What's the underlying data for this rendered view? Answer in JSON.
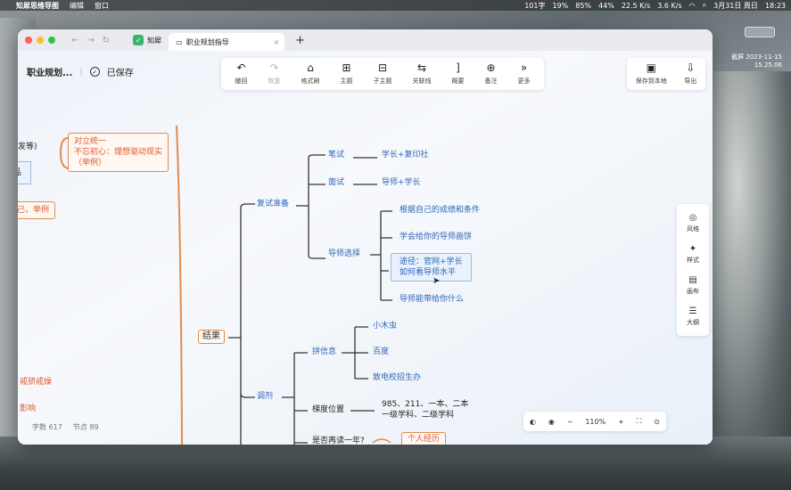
{
  "menubar": {
    "app_name": "知犀思维导图",
    "menus": [
      "编辑",
      "窗口"
    ],
    "status_items": [
      "101字",
      "19%",
      "85%",
      "44%",
      "22.5 K/s",
      "3.6 K/s"
    ],
    "date": "3月31日 周日",
    "time": "18:23"
  },
  "desktop": {
    "clock_title": "截屏 2023-11-15",
    "clock_time": "15.25.06"
  },
  "browser": {
    "home_tab": "知犀",
    "active_tab": "职业规划指导"
  },
  "doc": {
    "title": "职业规划...",
    "saved_label": "已保存"
  },
  "toolbar": [
    {
      "label": "撤回",
      "icon": "undo-icon",
      "glyph": "↶",
      "disabled": false
    },
    {
      "label": "恢复",
      "icon": "redo-icon",
      "glyph": "↷",
      "disabled": true
    },
    {
      "label": "格式刷",
      "icon": "format-brush-icon",
      "glyph": "⌂",
      "disabled": false
    },
    {
      "label": "主题",
      "icon": "theme-icon",
      "glyph": "⊞",
      "disabled": false
    },
    {
      "label": "子主题",
      "icon": "subtopic-icon",
      "glyph": "⊟",
      "disabled": false
    },
    {
      "label": "关联线",
      "icon": "relation-line-icon",
      "glyph": "⇆",
      "disabled": false
    },
    {
      "label": "概要",
      "icon": "summary-icon",
      "glyph": "]",
      "disabled": false
    },
    {
      "label": "备注",
      "icon": "note-icon",
      "glyph": "⊕",
      "disabled": false
    },
    {
      "label": "更多",
      "icon": "more-icon",
      "glyph": "»",
      "disabled": false
    }
  ],
  "toolbar_right": [
    {
      "label": "保存到本地",
      "icon": "save-local-icon",
      "glyph": "▣"
    },
    {
      "label": "导出",
      "icon": "export-icon",
      "glyph": "⇩"
    }
  ],
  "side_panel": [
    {
      "label": "风格",
      "icon": "palette-icon",
      "glyph": "◎"
    },
    {
      "label": "样式",
      "icon": "style-icon",
      "glyph": "✦"
    },
    {
      "label": "画布",
      "icon": "canvas-icon",
      "glyph": "▤"
    },
    {
      "label": "大纲",
      "icon": "outline-icon",
      "glyph": "☰"
    }
  ],
  "stats": {
    "word_count": "字数 617",
    "node_count": "节点 89"
  },
  "zoom": {
    "level": "110%",
    "minus": "−",
    "plus": "+"
  },
  "mindmap": {
    "left_nodes": {
      "partial1": "发等)",
      "partial2": "品",
      "partial3": "己，举例",
      "unity_line1": "对立统一",
      "unity_line2": "不忘初心：理想驱动现实",
      "unity_line3": "（举例）",
      "partial4": "戒骄戒燥",
      "partial5": "影响"
    },
    "result": "结果",
    "retest": "复试准备",
    "written": "笔试",
    "written_child": "学长+复印社",
    "interview": "面试",
    "interview_child": "导师+学长",
    "mentor": "导师选择",
    "mentor_children": [
      "根据自己的成绩和条件",
      "学会给你的导师画饼"
    ],
    "mentor_selected_line1": "途径：官网+学长",
    "mentor_selected_line2": "如何看导师水平",
    "mentor_last": "导师能带给你什么",
    "adjust": "调剂",
    "info": "拼信息",
    "info_children": [
      "小木虫",
      "百度",
      "致电校招生办"
    ],
    "tier": "梯度位置",
    "tier_line1": "985、211、一本、二本",
    "tier_line2": "一级学科、二级学科",
    "again": "是否再读一年?",
    "personal": "个人经历"
  }
}
